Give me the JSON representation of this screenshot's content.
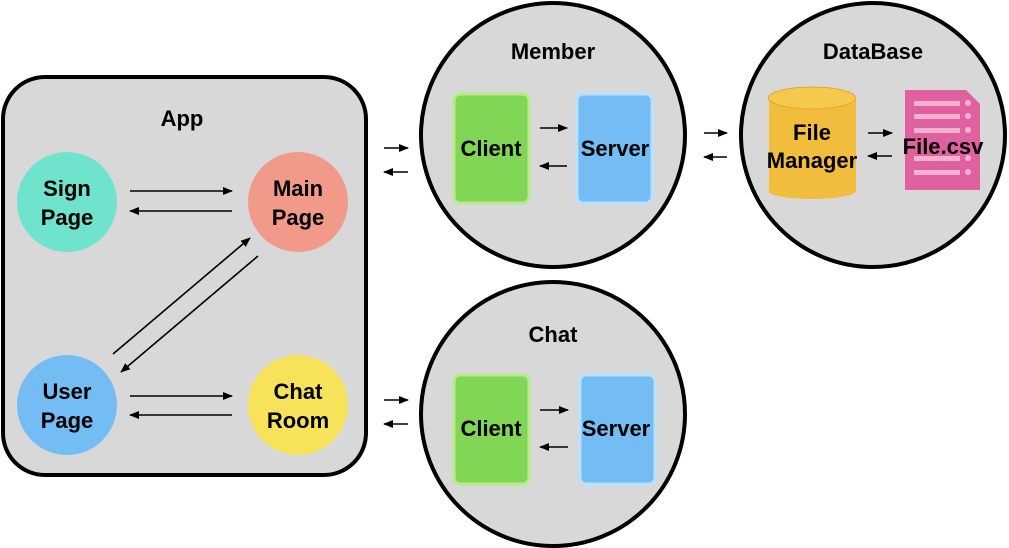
{
  "app": {
    "title": "App",
    "nodes": {
      "sign_page": [
        "Sign",
        "Page"
      ],
      "main_page": [
        "Main",
        "Page"
      ],
      "user_page": [
        "User",
        "Page"
      ],
      "chat_room": [
        "Chat",
        "Room"
      ]
    }
  },
  "member": {
    "title": "Member",
    "client": "Client",
    "server": "Server"
  },
  "database": {
    "title": "DataBase",
    "file_manager": [
      "File",
      "Manager"
    ],
    "file": "File.csv"
  },
  "chat": {
    "title": "Chat",
    "client": "Client",
    "server": "Server"
  },
  "colors": {
    "container_fill": "#d8d8d8",
    "container_stroke": "#000000",
    "sign_page": "#6fe3cc",
    "main_page": "#f29a8a",
    "user_page": "#73bdf4",
    "chat_room": "#f7e35a",
    "client_fill": "#82d656",
    "client_stroke": "#b6ec8c",
    "server_fill": "#73bdf4",
    "server_stroke": "#b8e0ff",
    "file_manager": "#f2bd3c",
    "file_icon": "#e0619f"
  }
}
